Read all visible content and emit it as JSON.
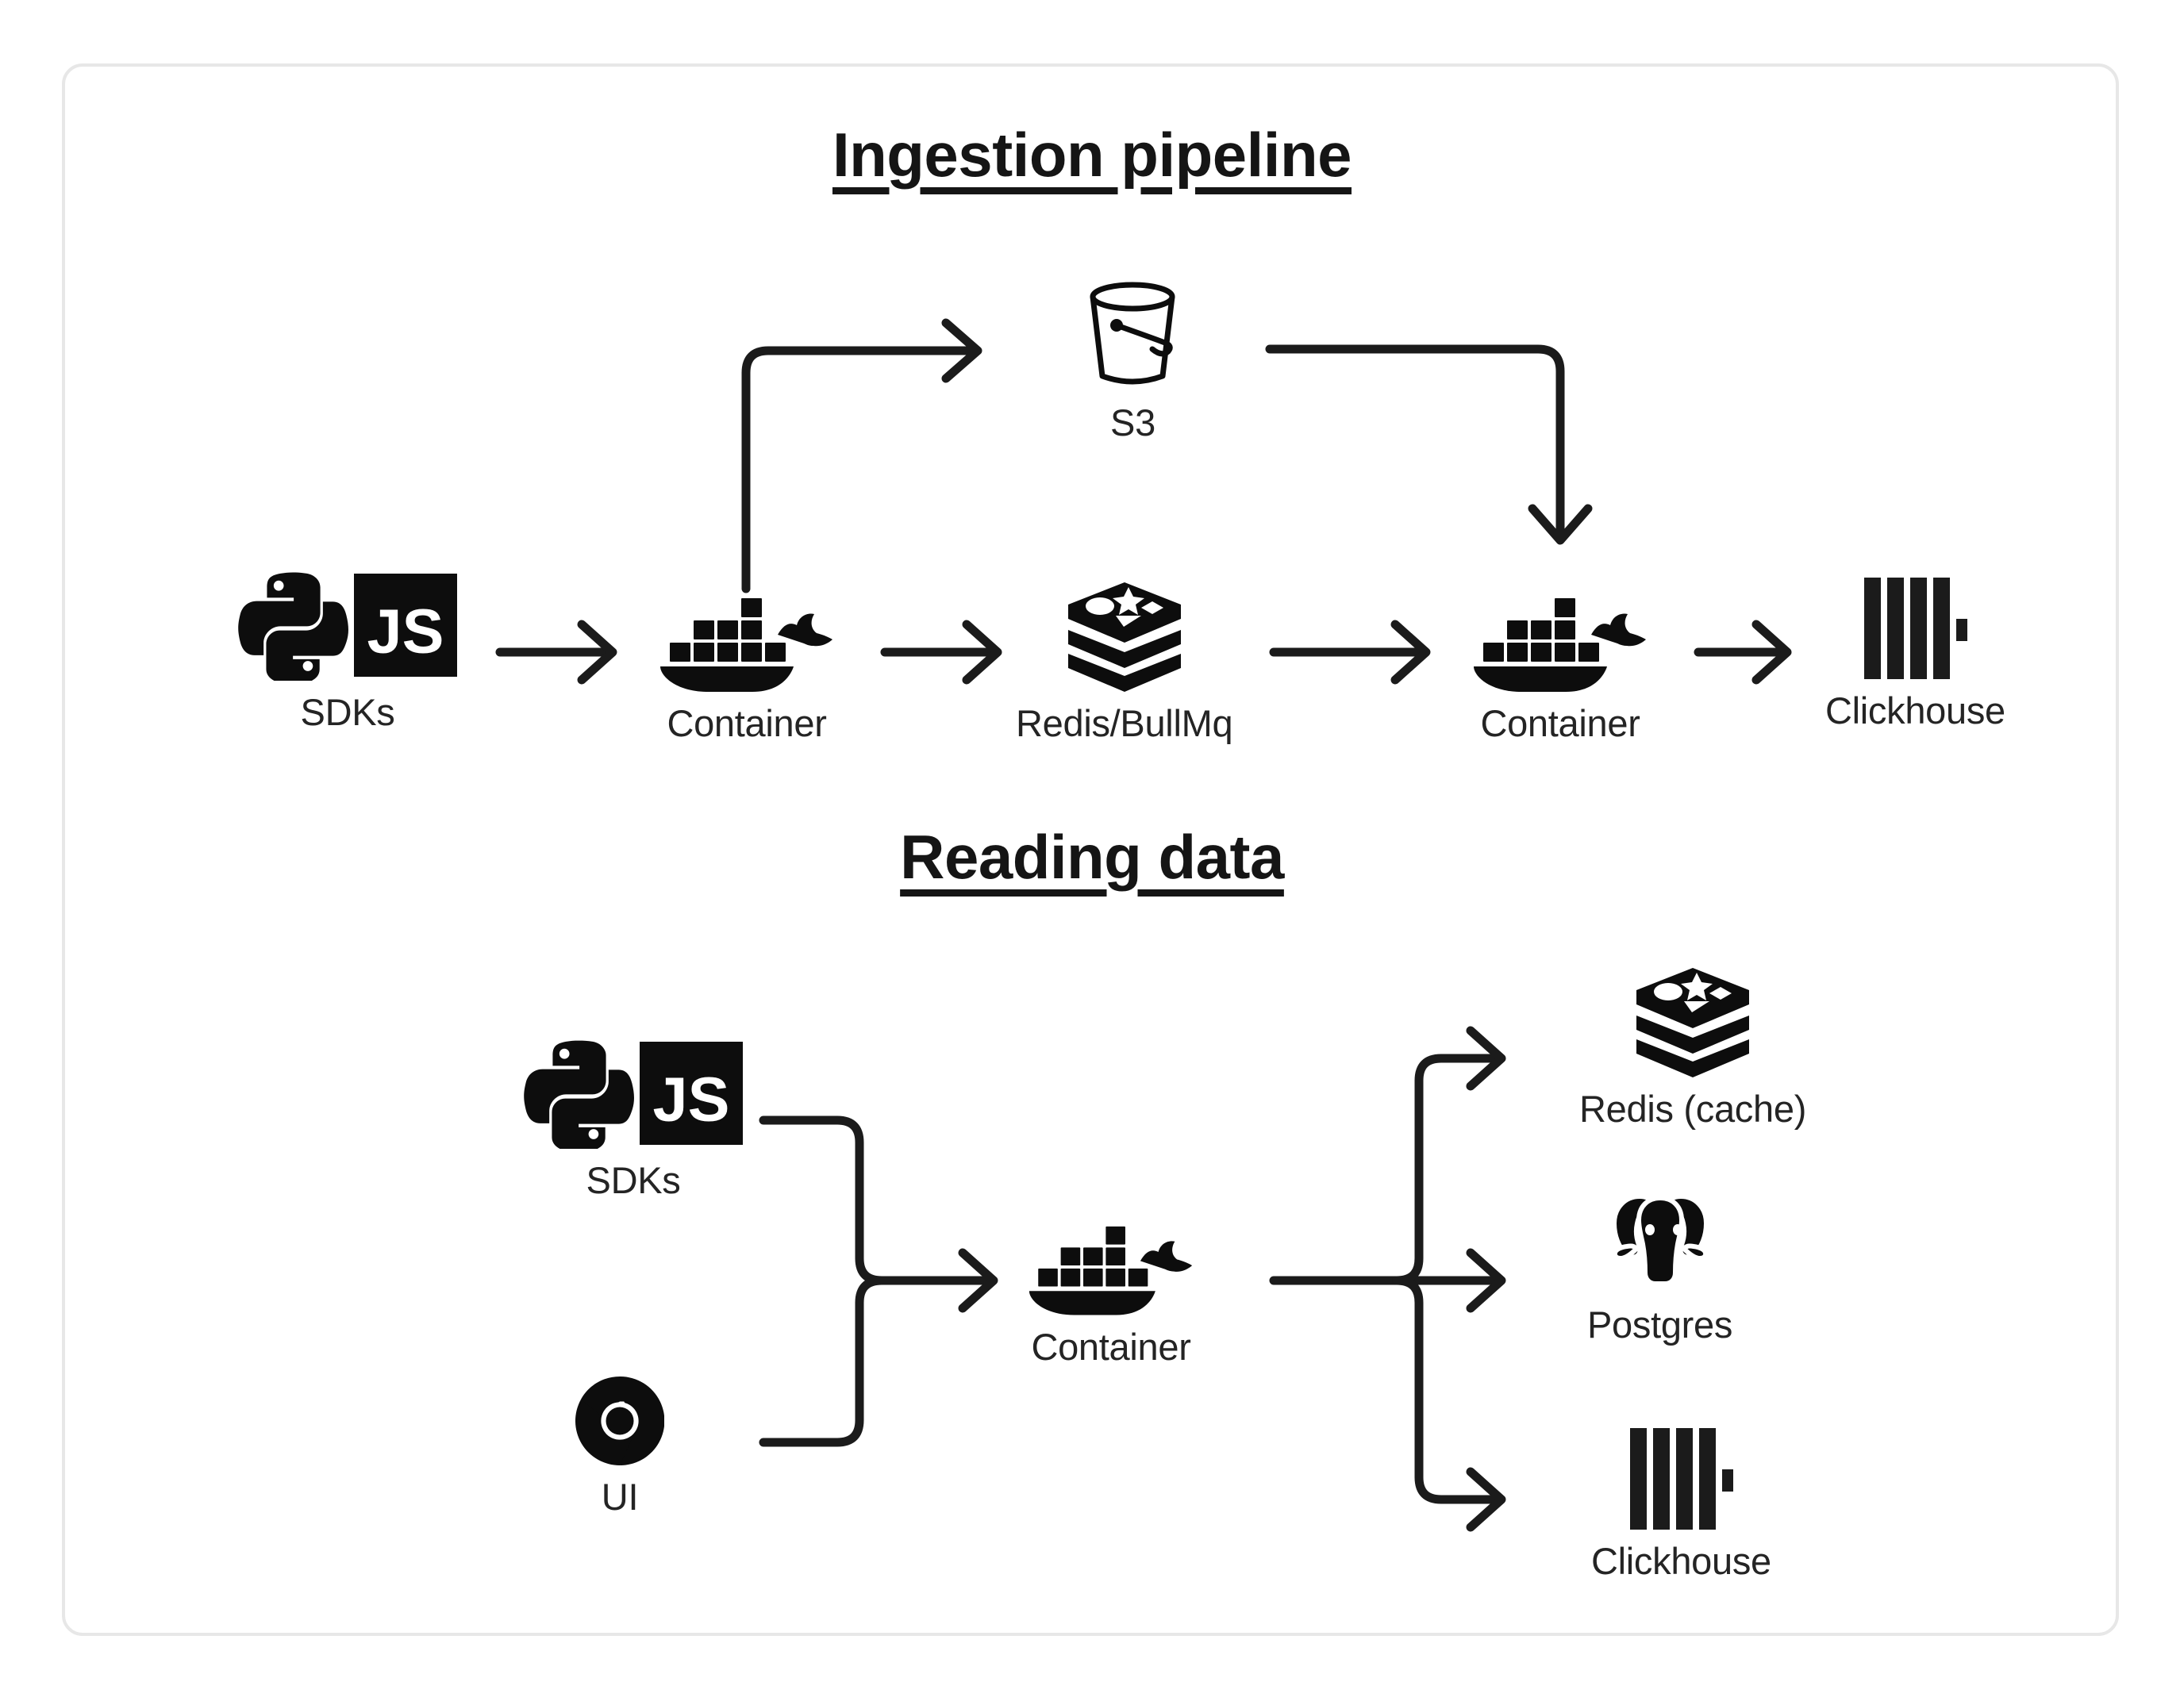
{
  "card": {
    "border_color": "#e7e7e7",
    "background": "#ffffff"
  },
  "ink_color": "#1b1b1b",
  "sections": [
    {
      "id": "ingestion",
      "title": "Ingestion pipeline",
      "nodes": [
        {
          "id": "sdks-ingest",
          "label": "SDKs",
          "icon": "python-js-sdks-icon"
        },
        {
          "id": "container-ingest-1",
          "label": "Container",
          "icon": "docker-whale-icon"
        },
        {
          "id": "s3",
          "label": "S3",
          "icon": "s3-bucket-icon"
        },
        {
          "id": "redis-bullmq",
          "label": "Redis/BullMq",
          "icon": "redis-stack-icon"
        },
        {
          "id": "container-ingest-2",
          "label": "Container",
          "icon": "docker-whale-icon"
        },
        {
          "id": "clickhouse-ingest",
          "label": "Clickhouse",
          "icon": "clickhouse-bars-icon"
        }
      ],
      "edges": [
        {
          "from": "sdks-ingest",
          "to": "container-ingest-1",
          "kind": "straight-arrow"
        },
        {
          "from": "container-ingest-1",
          "to": "s3",
          "kind": "elbow-up-right-arrow"
        },
        {
          "from": "container-ingest-1",
          "to": "redis-bullmq",
          "kind": "straight-arrow"
        },
        {
          "from": "s3",
          "to": "container-ingest-2",
          "kind": "elbow-right-down-arrow"
        },
        {
          "from": "redis-bullmq",
          "to": "container-ingest-2",
          "kind": "straight-arrow"
        },
        {
          "from": "container-ingest-2",
          "to": "clickhouse-ingest",
          "kind": "straight-arrow"
        }
      ]
    },
    {
      "id": "reading",
      "title": "Reading data",
      "nodes": [
        {
          "id": "sdks-read",
          "label": "SDKs",
          "icon": "python-js-sdks-icon"
        },
        {
          "id": "ui",
          "label": "UI",
          "icon": "chrome-icon"
        },
        {
          "id": "container-read",
          "label": "Container",
          "icon": "docker-whale-icon"
        },
        {
          "id": "redis-cache",
          "label": "Redis (cache)",
          "icon": "redis-stack-icon"
        },
        {
          "id": "postgres",
          "label": "Postgres",
          "icon": "postgres-elephant-icon"
        },
        {
          "id": "clickhouse-read",
          "label": "Clickhouse",
          "icon": "clickhouse-bars-icon"
        }
      ],
      "edges": [
        {
          "from": "sdks-read",
          "to": "container-read",
          "kind": "merge-arrow"
        },
        {
          "from": "ui",
          "to": "container-read",
          "kind": "merge-arrow"
        },
        {
          "from": "container-read",
          "to": "redis-cache",
          "kind": "fanout-up-arrow"
        },
        {
          "from": "container-read",
          "to": "postgres",
          "kind": "fanout-straight-arrow"
        },
        {
          "from": "container-read",
          "to": "clickhouse-read",
          "kind": "fanout-down-arrow"
        }
      ]
    }
  ],
  "sdk_badge": {
    "js_text": "JS"
  }
}
